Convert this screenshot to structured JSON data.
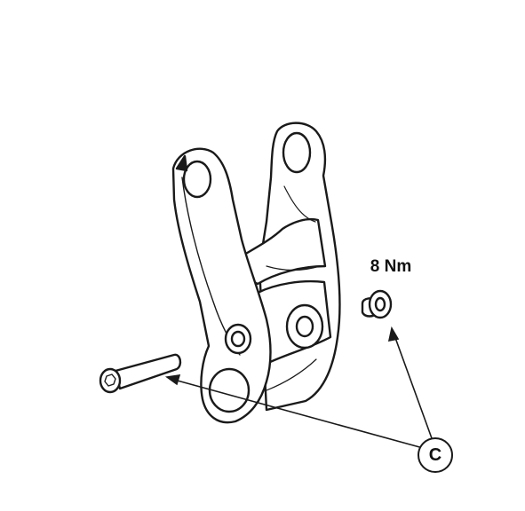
{
  "labels": {
    "torque": "8 Nm",
    "callout": "C"
  },
  "colors": {
    "line": "#1a1a1a",
    "fill": "#ffffff",
    "background": "#ffffff"
  },
  "parts": [
    "rocker-link",
    "long-pivot-bolt",
    "short-bolt"
  ]
}
